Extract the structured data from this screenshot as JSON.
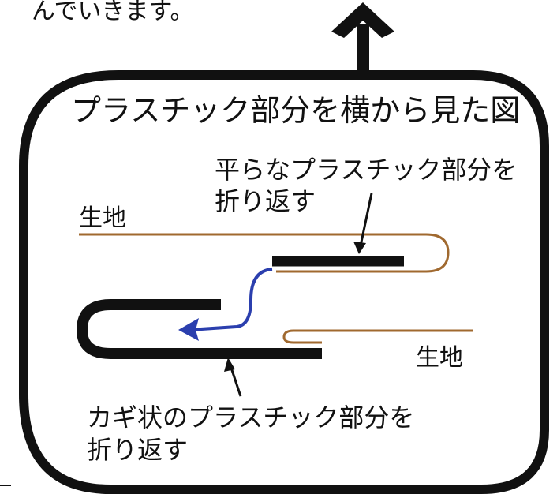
{
  "top_caption": "んでいきます。",
  "panel": {
    "title": "プラスチック部分を横から見た図",
    "flat_label_line1": "平らなプラスチック部分を",
    "flat_label_line2": "折り返す",
    "fabric_label_top": "生地",
    "fabric_label_bottom": "生地",
    "hook_label_line1": "カギ状のプラスチック部分を",
    "hook_label_line2": "折り返す"
  },
  "colors": {
    "outline": "#111111",
    "fabric": "#a0692f",
    "plastic": "#111111",
    "path_arrow": "#2b3fae"
  }
}
